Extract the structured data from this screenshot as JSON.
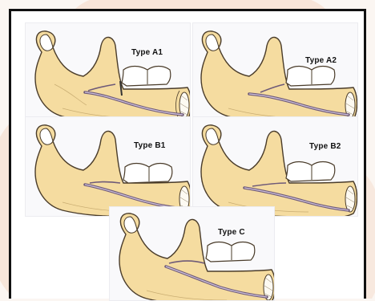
{
  "figure": {
    "panels": [
      {
        "id": "A1",
        "label": "Type  A1"
      },
      {
        "id": "A2",
        "label": "Type A2"
      },
      {
        "id": "B1",
        "label": "Type B1"
      },
      {
        "id": "B2",
        "label": "Type B2"
      },
      {
        "id": "C",
        "label": "Type C"
      }
    ]
  },
  "colors": {
    "bone_fill": "#f5dca0",
    "bone_outline": "#4a3c2a",
    "canal": "#6e5a78",
    "tooth_fill": "#ffffff",
    "background_accent": "#e8a97e",
    "frame": "#111111"
  }
}
